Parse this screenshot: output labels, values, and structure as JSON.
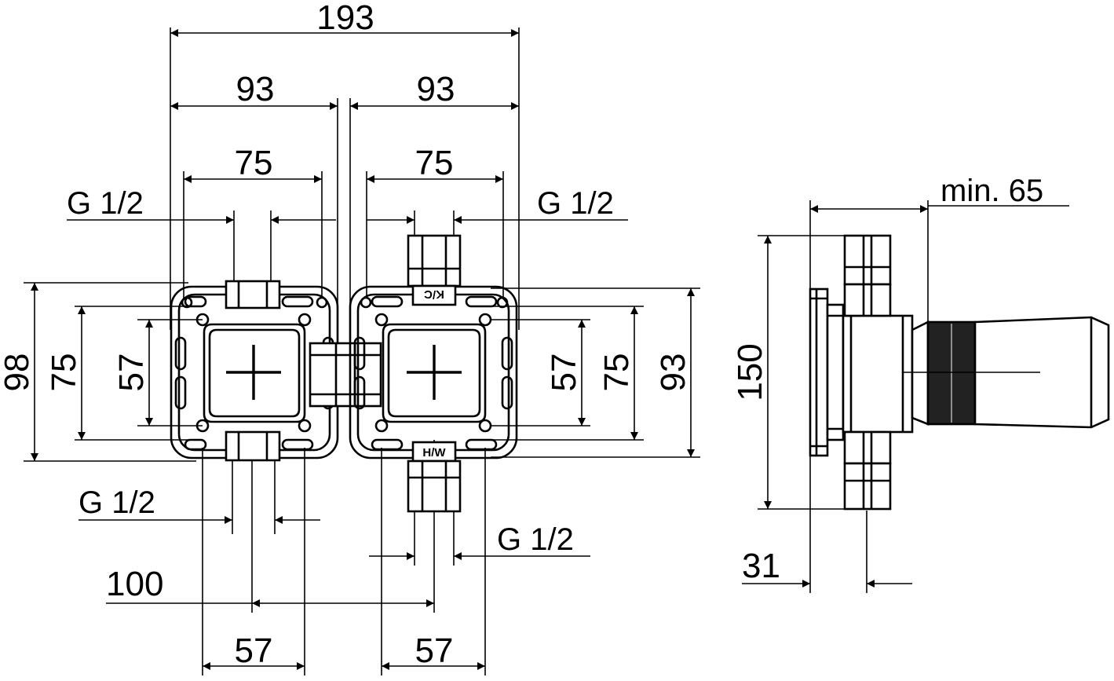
{
  "front_view": {
    "overall_width": "193",
    "half_width_left": "93",
    "half_width_right": "93",
    "inner_width_left": "75",
    "inner_width_right": "75",
    "thread_top_left": "G 1/2",
    "thread_top_right": "G 1/2",
    "thread_bottom_left": "G 1/2",
    "thread_bottom_right": "G 1/2",
    "height_outer_left": "98",
    "height_mid_left": "75",
    "height_inner_left": "57",
    "height_inner_right": "57",
    "height_mid_right": "75",
    "height_outer_right": "93",
    "center_distance": "100",
    "bottom_left_width": "57",
    "bottom_right_width": "57",
    "cold_mark": "K/C",
    "hot_mark": "H/W"
  },
  "side_view": {
    "min_depth": "min. 65",
    "height": "150",
    "flange_depth": "31"
  }
}
